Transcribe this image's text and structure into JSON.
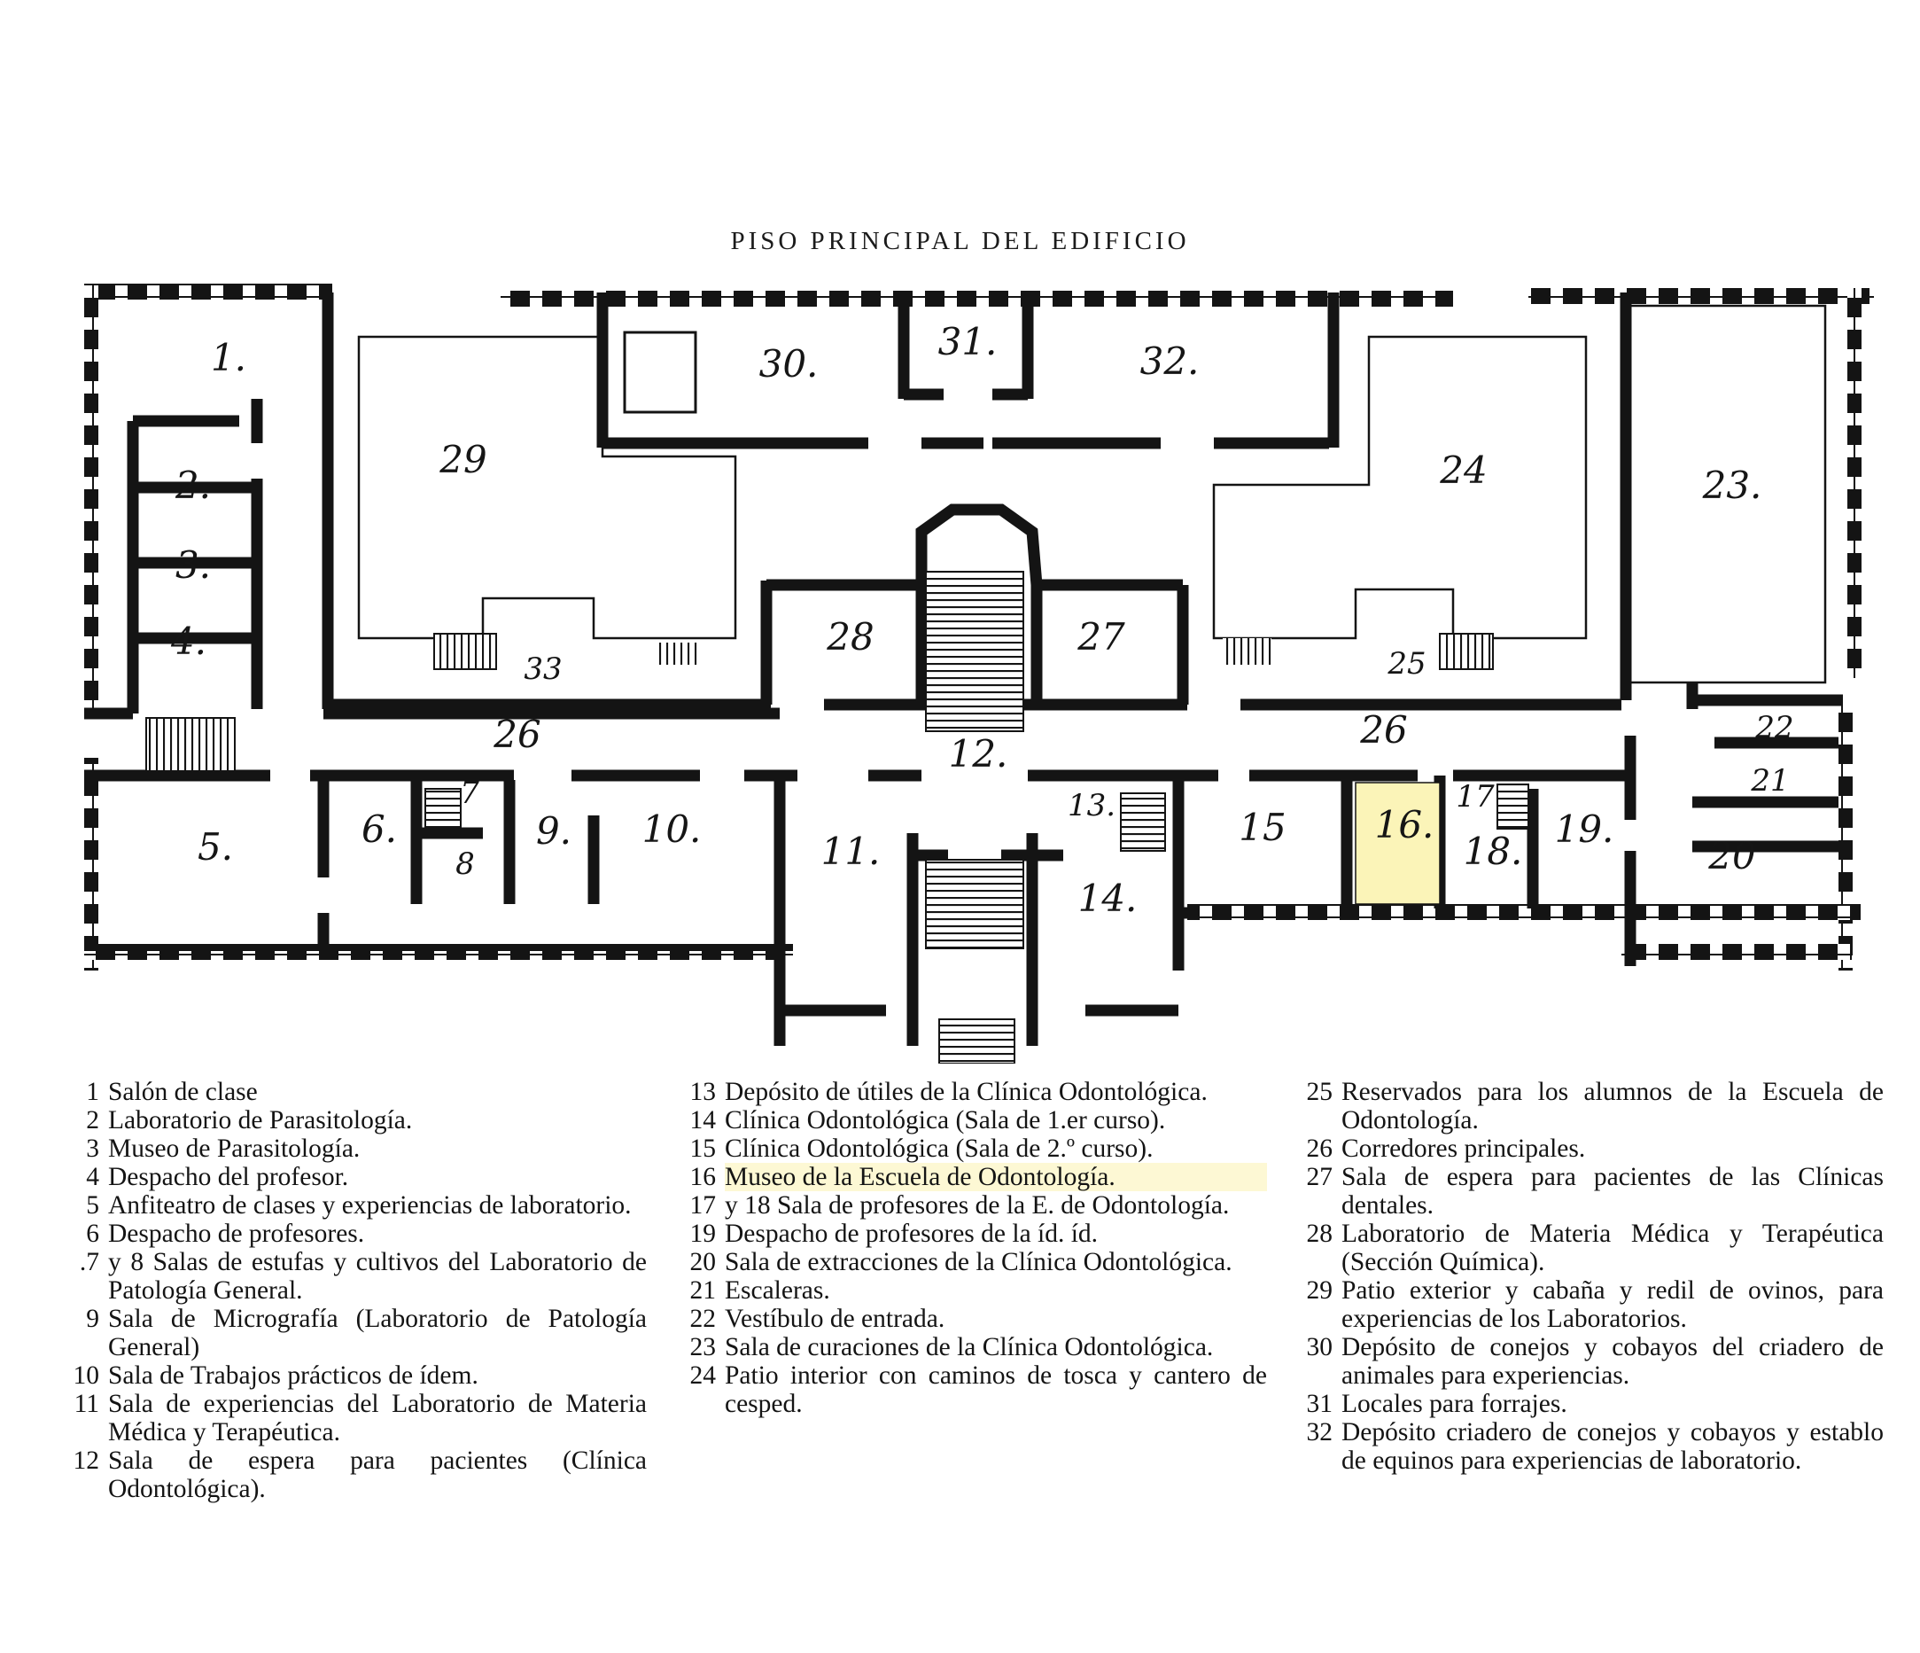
{
  "plan": {
    "title": "PISO PRINCIPAL DEL EDIFICIO",
    "highlight_color": "#fbf4b8",
    "rooms": {
      "r1": "1.",
      "r2": "2.",
      "r3": "3.",
      "r4": "4.",
      "r5": "5.",
      "r6": "6.",
      "r7": "7",
      "r8": "8",
      "r9": "9.",
      "r10": "10.",
      "r11": "11.",
      "r12": "12.",
      "r13": "13.",
      "r14": "14.",
      "r15": "15",
      "r16": "16.",
      "r17": "17",
      "r18": "18.",
      "r19": "19.",
      "r20": "20",
      "r21": "21",
      "r22": "22",
      "r23": "23.",
      "r24": "24",
      "r25": "25",
      "r26a": "26",
      "r26b": "26",
      "r27": "27",
      "r28": "28",
      "r29": "29",
      "r30": "30.",
      "r31": "31.",
      "r32": "32.",
      "r33": "33"
    }
  },
  "legend": {
    "col1": [
      {
        "num": "1",
        "text": "Salón de clase"
      },
      {
        "num": "2",
        "text": "Laboratorio de Parasitología."
      },
      {
        "num": "3",
        "text": "Museo de Parasitología."
      },
      {
        "num": "4",
        "text": "Despacho del profesor."
      },
      {
        "num": "5",
        "text": "Anfiteatro de clases y experiencias de laboratorio."
      },
      {
        "num": "6",
        "text": "Despacho de profesores."
      },
      {
        "num": ".7",
        "text": "y 8 Salas de estufas y cultivos del Laboratorio de Patología General."
      },
      {
        "num": "9",
        "text": "Sala de Micrografía (Laboratorio de Patología General)"
      },
      {
        "num": "10",
        "text": "Sala de Trabajos prácticos de ídem."
      },
      {
        "num": "11",
        "text": "Sala de experiencias del Laboratorio de Materia Médica y Terapéutica."
      },
      {
        "num": "12",
        "text": "Sala de espera para pacientes (Clínica Odontológica)."
      }
    ],
    "col2": [
      {
        "num": "13",
        "text": "Depósito de útiles de la Clínica Odontológica."
      },
      {
        "num": "14",
        "text": "Clínica Odontológica (Sala de 1.er curso)."
      },
      {
        "num": "15",
        "text": "Clínica Odontológica (Sala de 2.º curso)."
      },
      {
        "num": "16",
        "text": "Museo de la Escuela de Odontología."
      },
      {
        "num": "17",
        "text": "y 18 Sala de profesores de la E. de Odontología."
      },
      {
        "num": "19",
        "text": "Despacho de profesores de la íd. íd."
      },
      {
        "num": "20",
        "text": "Sala de extracciones de la Clínica Odontológica."
      },
      {
        "num": "21",
        "text": "Escaleras."
      },
      {
        "num": "22",
        "text": "Vestíbulo de entrada."
      },
      {
        "num": "23",
        "text": "Sala de curaciones de la Clínica Odontológica."
      },
      {
        "num": "24",
        "text": "Patio interior con caminos de tosca y cantero de cesped."
      }
    ],
    "col3": [
      {
        "num": "25",
        "text": "Reservados para los alumnos de la Escuela de Odontología."
      },
      {
        "num": "26",
        "text": "Corredores principales."
      },
      {
        "num": "27",
        "text": "Sala de espera para pacientes de las Clínicas dentales."
      },
      {
        "num": "28",
        "text": "Laboratorio de Materia Médica y Terapéutica (Sección Química)."
      },
      {
        "num": "29",
        "text": "Patio exterior y cabaña y redil de ovinos, para experiencias de los Laboratorios."
      },
      {
        "num": "30",
        "text": "Depósito de conejos y cobayos del criadero de animales para experiencias."
      },
      {
        "num": "31",
        "text": "Locales para forrajes."
      },
      {
        "num": "32",
        "text": "Depósito criadero de conejos y cobayos y establo de equinos para experiencias de laboratorio."
      }
    ]
  }
}
